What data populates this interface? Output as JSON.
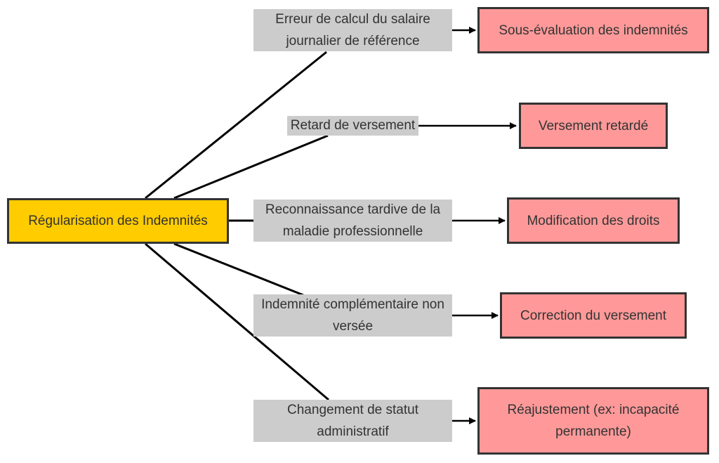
{
  "root": {
    "label": "Régularisation des Indemnités",
    "color": "#ffcc00"
  },
  "causes": [
    {
      "label": "Erreur de calcul du salaire journalier de référence",
      "effect": "Sous-évaluation des indemnités"
    },
    {
      "label": "Retard de versement",
      "effect": "Versement retardé"
    },
    {
      "label": "Reconnaissance tardive de la maladie professionnelle",
      "effect": "Modification des droits"
    },
    {
      "label": "Indemnité complémentaire non versée",
      "effect": "Correction du versement"
    },
    {
      "label": "Changement de statut administratif",
      "effect": "Réajustement (ex: incapacité permanente)"
    }
  ],
  "colors": {
    "cause": "#cccccc",
    "effect": "#ff9999",
    "stroke": "#000000"
  }
}
